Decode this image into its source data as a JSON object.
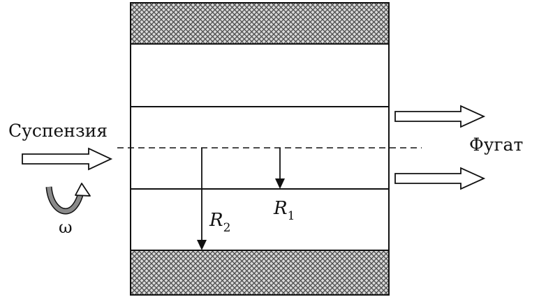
{
  "labels": {
    "inlet": "Суспензия",
    "outlet": "Фугат",
    "omega": "ω",
    "r1_main": "R",
    "r1_sub": "1",
    "r2_main": "R",
    "r2_sub": "2"
  },
  "colors": {
    "stroke": "#111111",
    "hatch": "#4a4a4a",
    "hatch_bg": "#d9d9d9",
    "rotation_arrow": "#808080"
  },
  "icons": {
    "rotation": "rotation-arrow-icon",
    "flow": "flow-arrow-icon"
  }
}
